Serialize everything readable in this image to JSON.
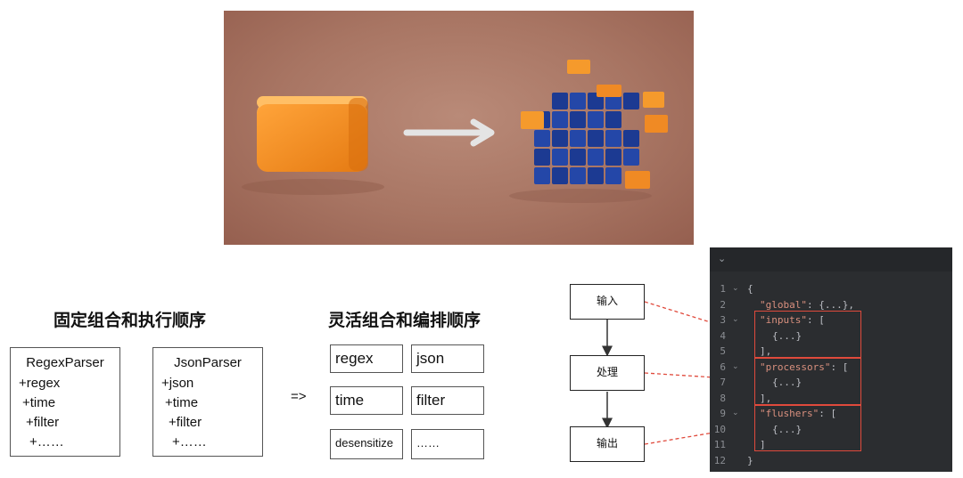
{
  "left_heading": "固定组合和执行顺序",
  "right_heading": "灵活组合和编排顺序",
  "arrow_label": "=>",
  "regex_parser": {
    "title": "RegexParser",
    "lines": [
      "+regex",
      "+time",
      "+filter",
      "+……"
    ]
  },
  "json_parser": {
    "title": "JsonParser",
    "lines": [
      "+json",
      "+time",
      "+filter",
      "+……"
    ]
  },
  "plugins": [
    "regex",
    "json",
    "time",
    "filter",
    "desensitize",
    "……"
  ],
  "flow": [
    "输入",
    "处理",
    "输出"
  ],
  "code": {
    "toggle_icon": "chevron-down-icon",
    "lines": [
      {
        "n": "1",
        "fold": true,
        "key": "",
        "text": "{"
      },
      {
        "n": "2",
        "fold": false,
        "key": "\"global\"",
        "text": ": {...},"
      },
      {
        "n": "3",
        "fold": true,
        "key": "\"inputs\"",
        "text": ": ["
      },
      {
        "n": "4",
        "fold": false,
        "key": "",
        "text": "{...}"
      },
      {
        "n": "5",
        "fold": false,
        "key": "",
        "text": "],"
      },
      {
        "n": "6",
        "fold": true,
        "key": "\"processors\"",
        "text": ": ["
      },
      {
        "n": "7",
        "fold": false,
        "key": "",
        "text": "{...}"
      },
      {
        "n": "8",
        "fold": false,
        "key": "",
        "text": "],"
      },
      {
        "n": "9",
        "fold": true,
        "key": "\"flushers\"",
        "text": ": ["
      },
      {
        "n": "10",
        "fold": false,
        "key": "",
        "text": "{...}"
      },
      {
        "n": "11",
        "fold": false,
        "key": "",
        "text": "]"
      },
      {
        "n": "12",
        "fold": false,
        "key": "",
        "text": "}"
      }
    ]
  },
  "colors": {
    "highlight": "#e04a3c",
    "code_bg": "#2b2d30",
    "json_key": "#d9907e",
    "cube_orange": "#f08a24",
    "cube_blue": "#1f3f9a"
  }
}
